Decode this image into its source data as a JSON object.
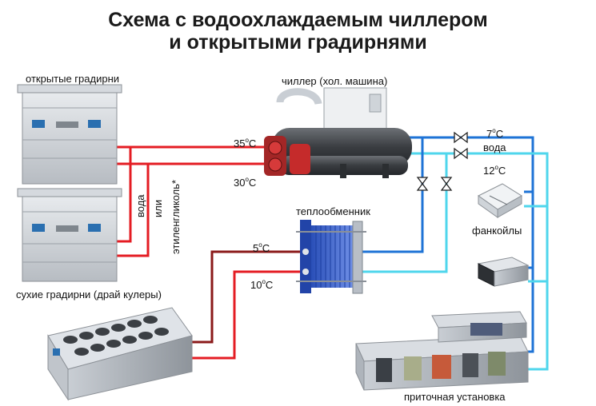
{
  "title": {
    "line1": "Схема с водоохлаждаемым чиллером",
    "line2": "и открытыми градирнями"
  },
  "labels": {
    "open_towers": "открытые градирни",
    "chiller": "чиллер (хол. машина)",
    "dry_coolers": "сухие градирни (драй кулеры)",
    "heat_exchanger": "теплообменник",
    "fancoils": "фанкойлы",
    "ahu": "приточная установка",
    "water_right": "вода",
    "water_left": "вода",
    "or": "или",
    "glycol": "этиленгликоль*"
  },
  "temperatures": {
    "t35": {
      "value": "35",
      "unit": "C"
    },
    "t30": {
      "value": "30",
      "unit": "C"
    },
    "t7": {
      "value": "7",
      "unit": "C"
    },
    "t12": {
      "value": "12",
      "unit": "C"
    },
    "t5": {
      "value": "5",
      "unit": "C"
    },
    "t10": {
      "value": "10",
      "unit": "C"
    }
  },
  "colors": {
    "hot_red": "#e41c23",
    "dark_red": "#8b1a1a",
    "blue": "#1e73d6",
    "cyan": "#4fd6ec"
  }
}
